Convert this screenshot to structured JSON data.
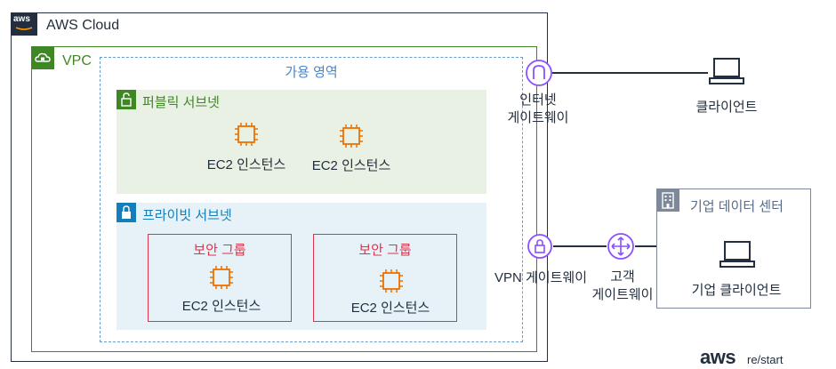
{
  "cloud": {
    "label": "AWS Cloud",
    "logo_text": "aws"
  },
  "vpc": {
    "label": "VPC"
  },
  "availability_zone": {
    "label": "가용 영역"
  },
  "public_subnet": {
    "label": "퍼블릭 서브넷",
    "instances": [
      {
        "label": "EC2 인스턴스"
      },
      {
        "label": "EC2 인스턴스"
      }
    ]
  },
  "private_subnet": {
    "label": "프라이빗 서브넷",
    "security_groups": [
      {
        "label": "보안 그룹",
        "instance_label": "EC2 인스턴스"
      },
      {
        "label": "보안 그룹",
        "instance_label": "EC2 인스턴스"
      }
    ]
  },
  "internet_gateway": {
    "line1": "인터넷",
    "line2": "게이트웨이"
  },
  "client": {
    "label": "클라이언트"
  },
  "vpn_gateway": {
    "label": "VPN 게이트웨이"
  },
  "customer_gateway": {
    "line1": "고객",
    "line2": "게이트웨이"
  },
  "data_center": {
    "label": "기업 데이터 센터",
    "client_label": "기업 클라이언트"
  },
  "footer": {
    "brand": "aws",
    "product": "re/start"
  },
  "colors": {
    "cloud": "#232f3e",
    "vpc": "#3f8624",
    "public": "#3f8624",
    "private": "#147eba",
    "security_group": "#dd344c",
    "ec2": "#ed7100",
    "gateway": "#8c4fff",
    "az": "#6b9bd3"
  }
}
